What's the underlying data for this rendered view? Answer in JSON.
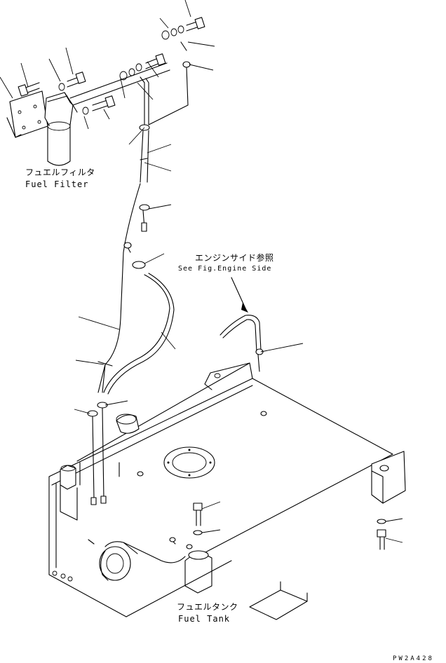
{
  "labels": {
    "fuel_filter_jp": "フュエルフィルタ",
    "fuel_filter_en": "Fuel Filter",
    "engine_side_jp": "エンジンサイド参照",
    "engine_side_en": "See Fig.Engine Side",
    "fuel_tank_jp": "フュエルタンク",
    "fuel_tank_en": "Fuel Tank",
    "drawing_code": "PW2A428"
  }
}
